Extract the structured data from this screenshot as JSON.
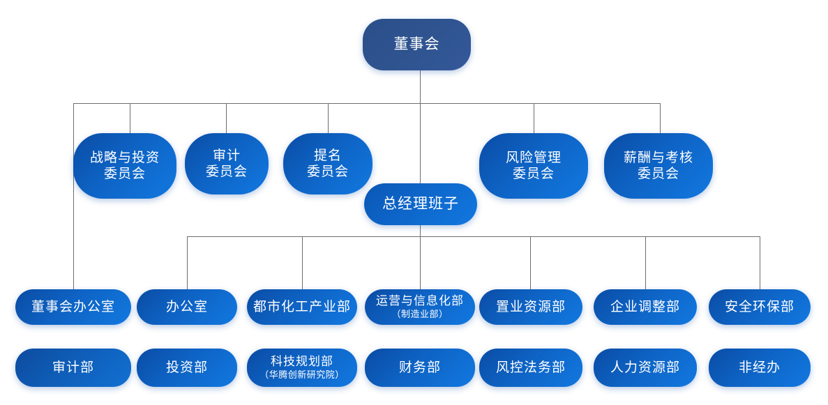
{
  "chart_data": {
    "type": "diagram",
    "subtype": "organization-chart",
    "title": "",
    "orientation": "top-down",
    "levels": [
      {
        "name": "board",
        "nodes": [
          {
            "id": "board",
            "label": "董事会"
          }
        ]
      },
      {
        "name": "committees",
        "nodes": [
          {
            "id": "strategy-investment-committee",
            "label": "战略与投资\n委员会"
          },
          {
            "id": "audit-committee",
            "label": "审计\n委员会"
          },
          {
            "id": "nomination-committee",
            "label": "提名\n委员会"
          },
          {
            "id": "risk-management-committee",
            "label": "风险管理\n委员会"
          },
          {
            "id": "compensation-appraisal-committee",
            "label": "薪酬与考核\n委员会"
          }
        ]
      },
      {
        "name": "management",
        "nodes": [
          {
            "id": "general-manager-team",
            "label": "总经理班子"
          }
        ]
      },
      {
        "name": "departments-row-1",
        "nodes": [
          {
            "id": "board-office",
            "label": "董事会办公室"
          },
          {
            "id": "office",
            "label": "办公室"
          },
          {
            "id": "urban-chemical-industry-dept",
            "label": "都市化工产业部"
          },
          {
            "id": "operations-informatization-dept",
            "label": "运营与信息化部",
            "sublabel": "（制造业部）"
          },
          {
            "id": "property-resources-dept",
            "label": "置业资源部"
          },
          {
            "id": "enterprise-adjustment-dept",
            "label": "企业调整部"
          },
          {
            "id": "safety-environmental-dept",
            "label": "安全环保部"
          }
        ]
      },
      {
        "name": "departments-row-2",
        "nodes": [
          {
            "id": "audit-dept",
            "label": "审计部"
          },
          {
            "id": "investment-dept",
            "label": "投资部"
          },
          {
            "id": "tech-planning-dept",
            "label": "科技规划部",
            "sublabel": "（华腾创新研究院）"
          },
          {
            "id": "finance-dept",
            "label": "财务部"
          },
          {
            "id": "risk-legal-dept",
            "label": "风控法务部"
          },
          {
            "id": "human-resources-dept",
            "label": "人力资源部"
          },
          {
            "id": "non-operating-office",
            "label": "非经办"
          }
        ]
      }
    ],
    "edges": [
      {
        "from": "board",
        "to": "strategy-investment-committee"
      },
      {
        "from": "board",
        "to": "audit-committee"
      },
      {
        "from": "board",
        "to": "nomination-committee"
      },
      {
        "from": "board",
        "to": "risk-management-committee"
      },
      {
        "from": "board",
        "to": "compensation-appraisal-committee"
      },
      {
        "from": "board",
        "to": "general-manager-team"
      },
      {
        "from": "board",
        "to": "board-office"
      },
      {
        "from": "general-manager-team",
        "to": "office"
      },
      {
        "from": "general-manager-team",
        "to": "urban-chemical-industry-dept"
      },
      {
        "from": "general-manager-team",
        "to": "operations-informatization-dept"
      },
      {
        "from": "general-manager-team",
        "to": "property-resources-dept"
      },
      {
        "from": "general-manager-team",
        "to": "enterprise-adjustment-dept"
      },
      {
        "from": "general-manager-team",
        "to": "safety-environmental-dept"
      }
    ],
    "colors": {
      "background": "#ffffff",
      "root_fill_start": "#2a4f8a",
      "root_fill_end": "#34589a",
      "node_fill_start": "#0a4ca5",
      "node_fill_end": "#1278e0",
      "node_text": "#ffffff",
      "connector_line": "#6d6d6d"
    }
  },
  "board": {
    "label": "董事会"
  },
  "committees": [
    {
      "label": "战略与投资\n委员会"
    },
    {
      "label": "审计\n委员会"
    },
    {
      "label": "提名\n委员会"
    },
    {
      "label": "风险管理\n委员会"
    },
    {
      "label": "薪酬与考核\n委员会"
    }
  ],
  "management": {
    "label": "总经理班子"
  },
  "departments_row1": [
    {
      "label": "董事会办公室",
      "sublabel": ""
    },
    {
      "label": "办公室",
      "sublabel": ""
    },
    {
      "label": "都市化工产业部",
      "sublabel": ""
    },
    {
      "label": "运营与信息化部",
      "sublabel": "（制造业部）"
    },
    {
      "label": "置业资源部",
      "sublabel": ""
    },
    {
      "label": "企业调整部",
      "sublabel": ""
    },
    {
      "label": "安全环保部",
      "sublabel": ""
    }
  ],
  "departments_row2": [
    {
      "label": "审计部",
      "sublabel": ""
    },
    {
      "label": "投资部",
      "sublabel": ""
    },
    {
      "label": "科技规划部",
      "sublabel": "（华腾创新研究院）"
    },
    {
      "label": "财务部",
      "sublabel": ""
    },
    {
      "label": "风控法务部",
      "sublabel": ""
    },
    {
      "label": "人力资源部",
      "sublabel": ""
    },
    {
      "label": "非经办",
      "sublabel": ""
    }
  ]
}
